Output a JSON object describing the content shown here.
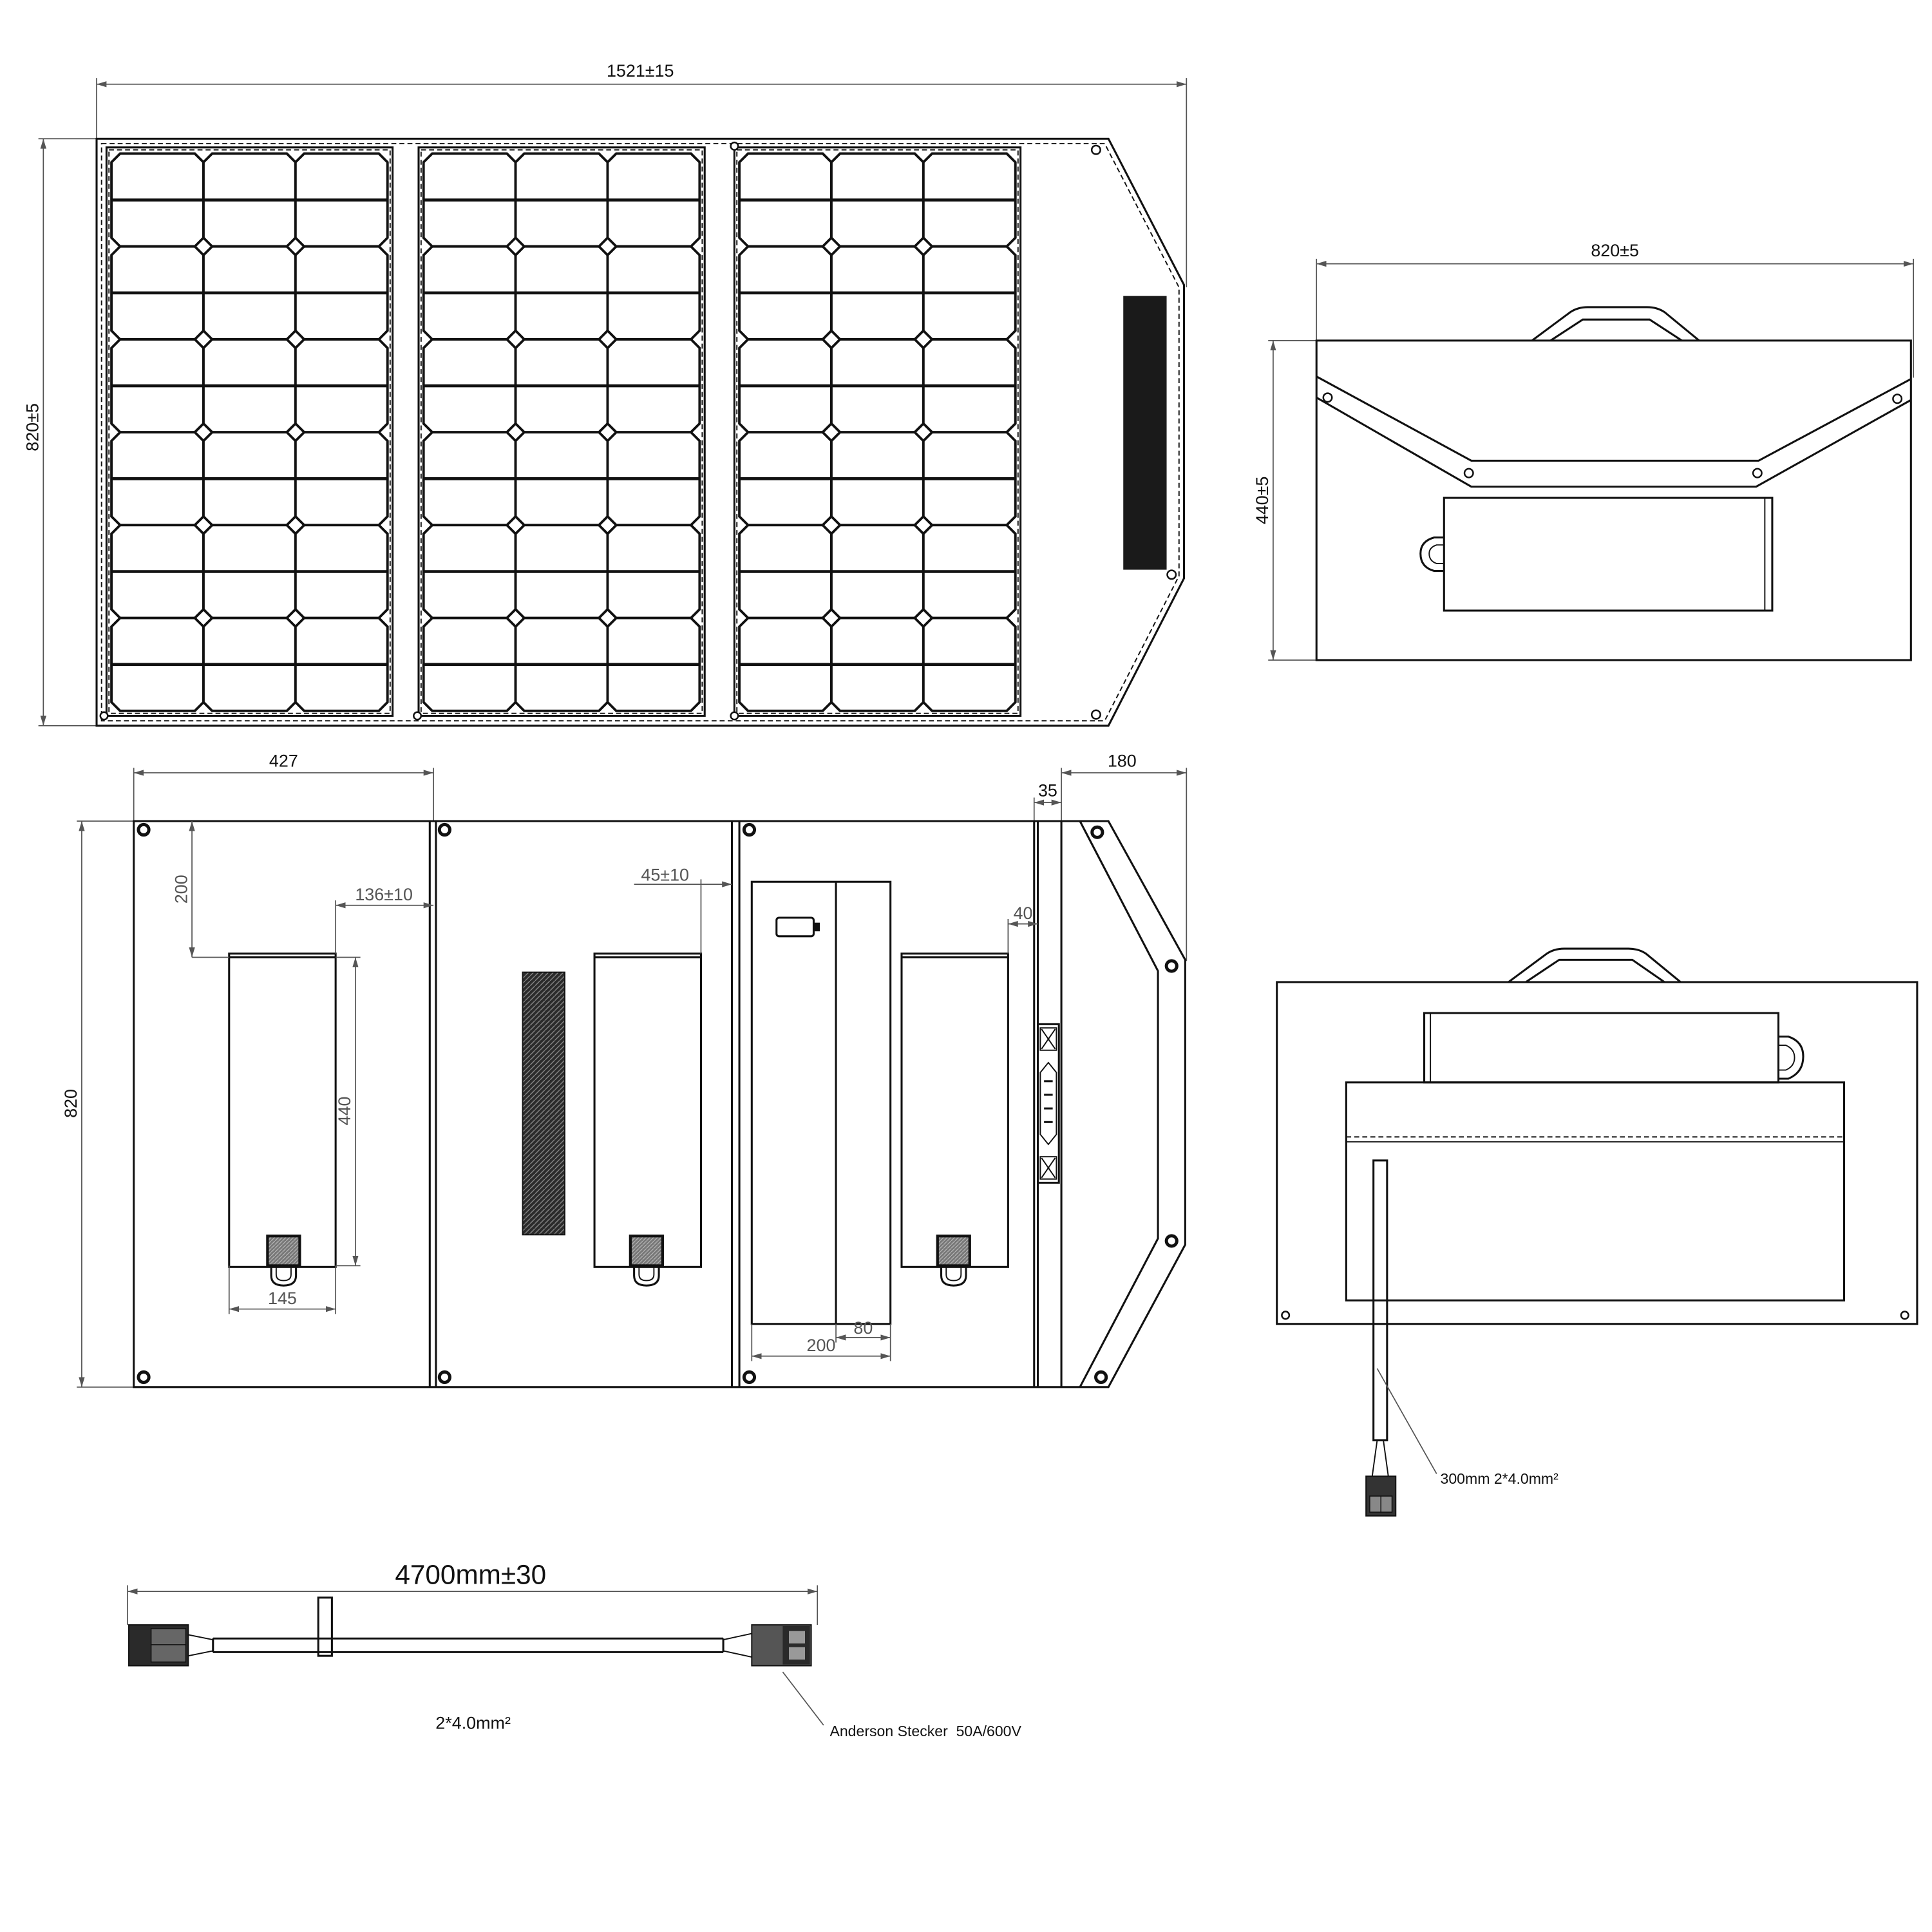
{
  "dimensions": {
    "front_width": "1521±15",
    "front_height": "820±5",
    "folded_width": "820±5",
    "folded_height": "440±5",
    "back_panel_width": "427",
    "back_flap_width": "180",
    "back_divider_width": "35",
    "back_height": "820",
    "pocket_top_offset": "200",
    "pocket_side_offset": "136±10",
    "pocket_height": "440",
    "pocket_width": "145",
    "pocket2_offset": "45±10",
    "pocket3_offset": "40",
    "controller_width": "200",
    "controller_divider": "80"
  },
  "cables": {
    "lead_label": "300mm 2*4.0mm²",
    "extension_length": "4700mm±30",
    "extension_gauge": "2*4.0mm²",
    "connector_label": "Anderson Stecker  50A/600V"
  },
  "colors": {
    "line": "#111111",
    "dimension": "#555555",
    "dark_fill": "#1a1a1a"
  }
}
